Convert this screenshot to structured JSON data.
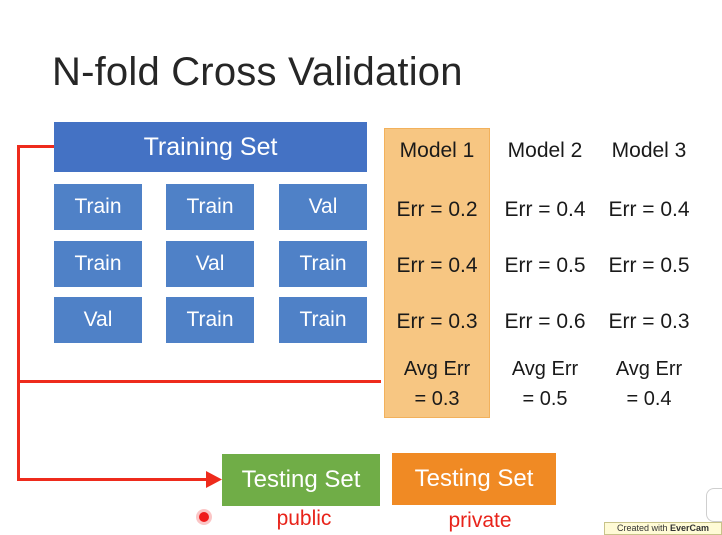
{
  "slide": {
    "title": "N-fold Cross Validation",
    "training_set_label": "Training Set",
    "folds": [
      [
        "Train",
        "Train",
        "Val"
      ],
      [
        "Train",
        "Val",
        "Train"
      ],
      [
        "Val",
        "Train",
        "Train"
      ]
    ],
    "models": [
      {
        "name": "Model 1",
        "errors": [
          "Err = 0.2",
          "Err = 0.4",
          "Err = 0.3"
        ],
        "avg_line1": "Avg Err",
        "avg_line2": "= 0.3",
        "selected": true
      },
      {
        "name": "Model 2",
        "errors": [
          "Err = 0.4",
          "Err = 0.5",
          "Err = 0.6"
        ],
        "avg_line1": "Avg Err",
        "avg_line2": "= 0.5",
        "selected": false
      },
      {
        "name": "Model 3",
        "errors": [
          "Err = 0.4",
          "Err = 0.5",
          "Err = 0.3"
        ],
        "avg_line1": "Avg Err",
        "avg_line2": "= 0.4",
        "selected": false
      }
    ],
    "testing_public": {
      "label": "Testing Set",
      "caption": "public"
    },
    "testing_private": {
      "label": "Testing Set",
      "caption": "private"
    },
    "colors": {
      "training_banner": "#4472c4",
      "fold_box": "#4f81c7",
      "selected_model": "#f7c682",
      "testing_public": "#70ad47",
      "testing_private": "#f08a24",
      "arrow": "#ee2b1c"
    }
  },
  "watermark": {
    "prefix": "Created with ",
    "brand": "EverCam"
  }
}
